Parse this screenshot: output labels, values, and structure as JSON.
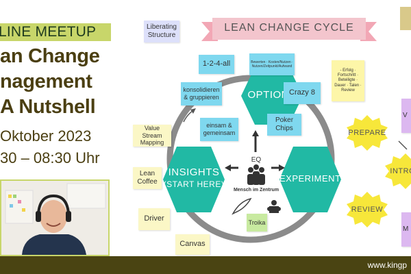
{
  "event": {
    "badge": "LINE MEETUP",
    "title_lines": [
      "an Change",
      "nagement",
      "A Nutshell"
    ],
    "date": "Oktober 2023",
    "time": "30 – 08:30 Uhr"
  },
  "footer": {
    "url": "www.kingp"
  },
  "board": {
    "banner": "LEAN CHANGE CYCLE",
    "hexagons": {
      "options": "OPTIONS",
      "insights_line1": "INSIGHTS",
      "insights_line2": "(START HERE)",
      "experiments": "EXPERIMENTS"
    },
    "stars": {
      "prepare": "PREPARE",
      "introduce": "INTROD",
      "review": "REVIEW"
    },
    "center": {
      "eq": "EQ",
      "caption": "Mensch im Zentrum"
    },
    "stickies": {
      "liberating": "Liberating Structure",
      "one_two_four": "1-2-4-all",
      "bewerten": "Bewerten · Kosten/Nutzen · Nutzen/Zeitpunkt/Aufwand",
      "konsolidieren": "konsolidieren & gruppieren",
      "crazy8": "Crazy 8",
      "einsam": "einsam & gemeinsam",
      "poker": "Poker Chips",
      "erfolg": "- Erfolg · Fortschritt · Beteiligte · Dauer · Talen · Review",
      "vsm": "Value Stream Mapping",
      "lean_coffee": "Lean Coffee",
      "driver": "Driver",
      "canvas": "Canvas",
      "troika": "Troika",
      "v_partial": "V",
      "m_partial": "M"
    }
  },
  "colors": {
    "hex_teal": "#21b9a4",
    "star_yellow": "#f7e73a",
    "banner_pink": "#f3c5cd",
    "badge_green": "#c8d66a",
    "footer": "#4a4412"
  },
  "icons": [
    "people-icon",
    "feather-icon",
    "trophy-icon",
    "arrow-icon"
  ]
}
